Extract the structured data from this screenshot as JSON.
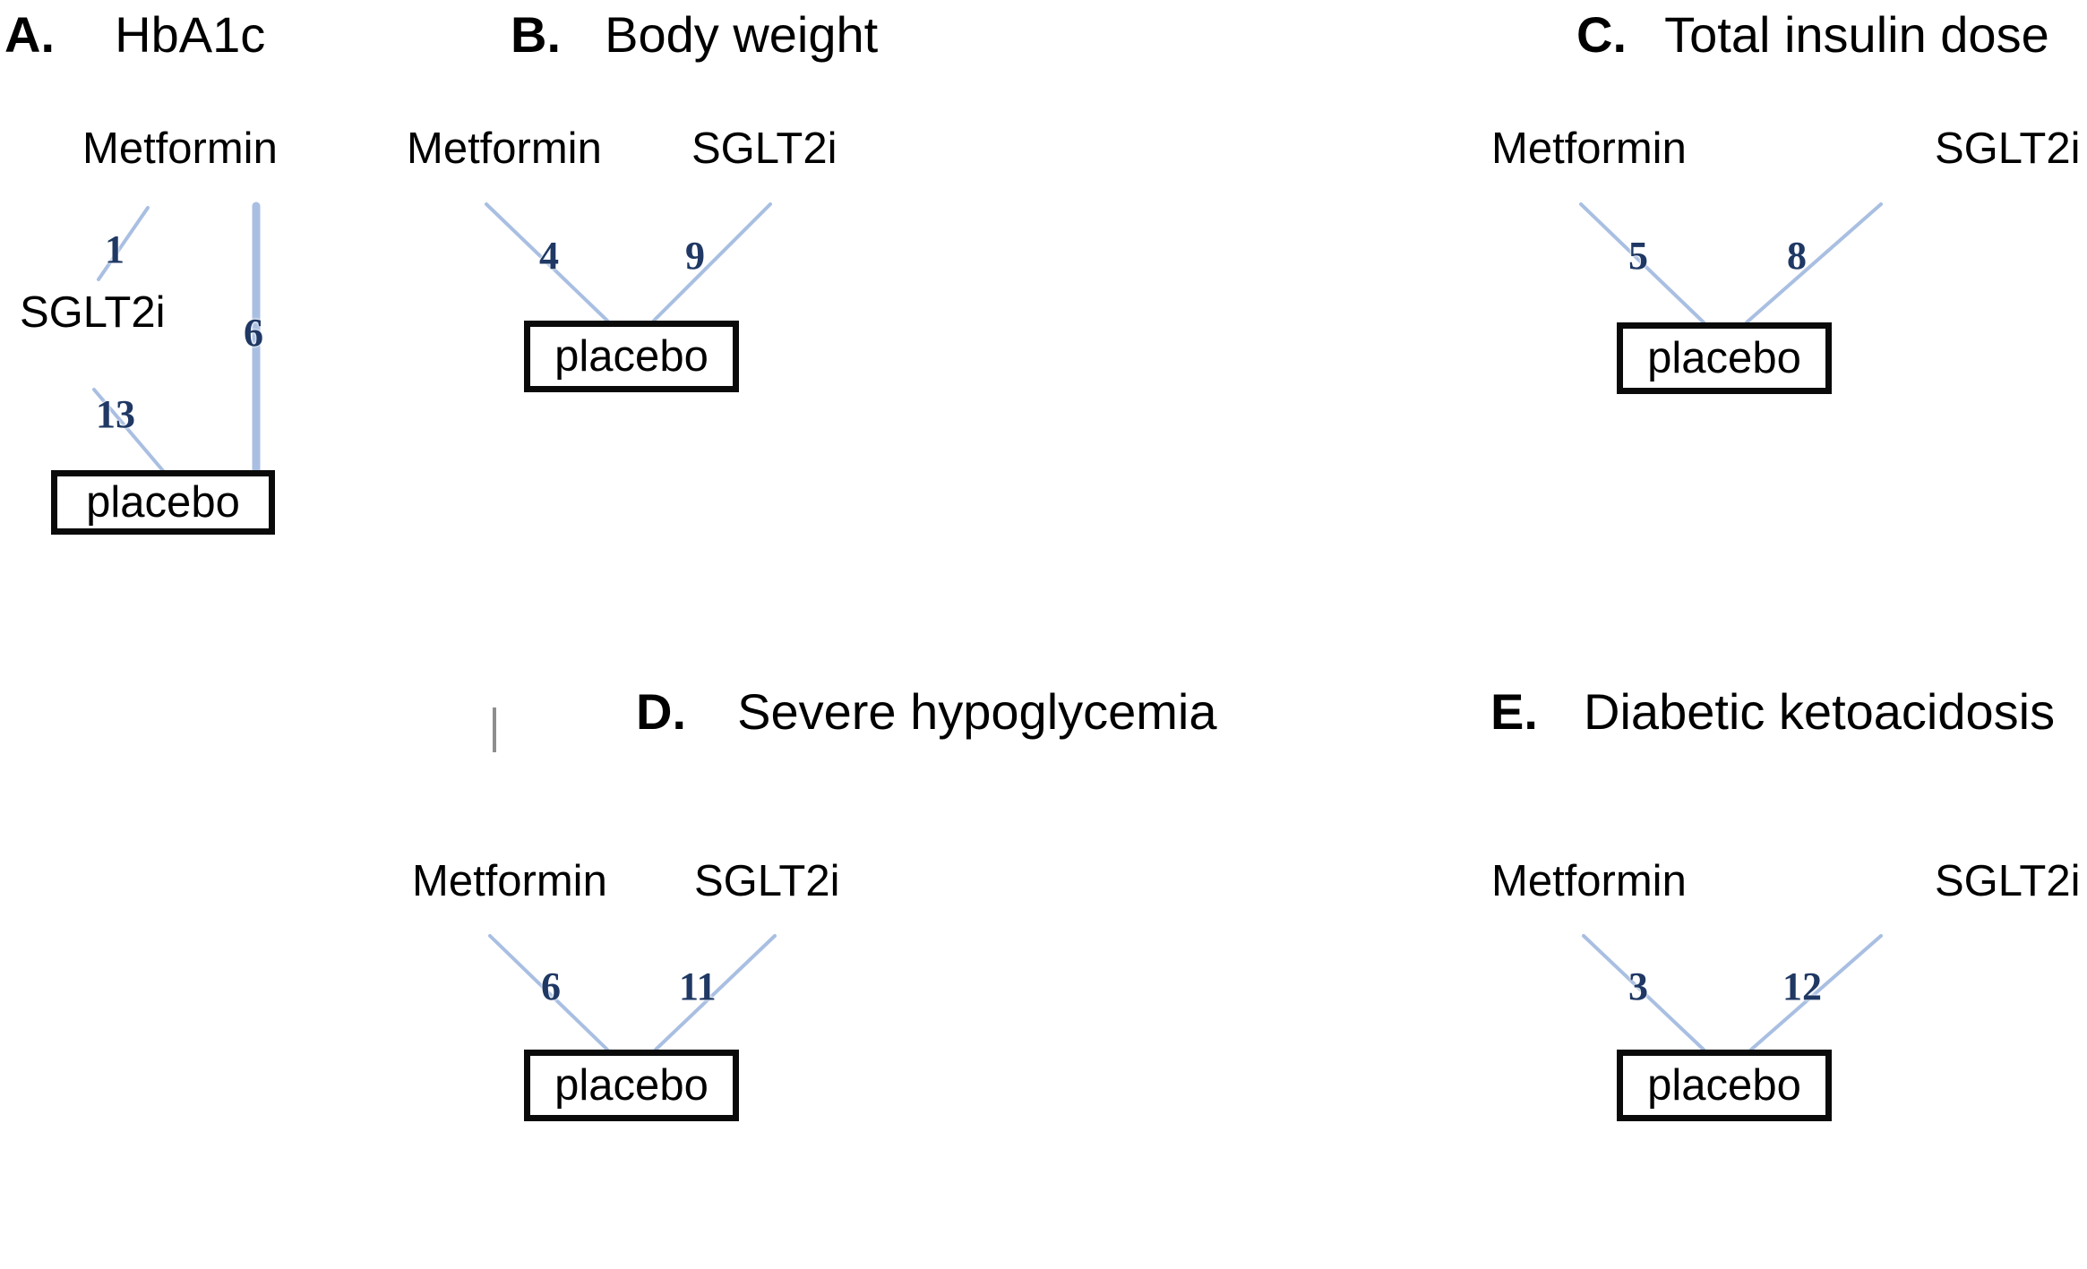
{
  "figure": {
    "line_color": "#a9bfe2",
    "number_color": "#1f3864",
    "box_border_color": "#0a0a0a",
    "background": "#ffffff"
  },
  "panels": [
    {
      "id": "a",
      "letter": "A.",
      "title": "HbA1c",
      "nodes": {
        "metformin": "Metformin",
        "sglt2i": "SGLT2i",
        "placebo": "placebo"
      },
      "edges": [
        {
          "id": "a-met-sglt",
          "from": "Metformin",
          "to": "SGLT2i",
          "label": "1"
        },
        {
          "id": "a-met-placebo",
          "from": "Metformin",
          "to": "placebo",
          "label": "6"
        },
        {
          "id": "a-sglt-placebo",
          "from": "SGLT2i",
          "to": "placebo",
          "label": "13"
        }
      ]
    },
    {
      "id": "b",
      "letter": "B.",
      "title": "Body weight",
      "nodes": {
        "metformin": "Metformin",
        "sglt2i": "SGLT2i",
        "placebo": "placebo"
      },
      "edges": [
        {
          "id": "b-met-placebo",
          "from": "Metformin",
          "to": "placebo",
          "label": "4"
        },
        {
          "id": "b-sglt-placebo",
          "from": "SGLT2i",
          "to": "placebo",
          "label": "9"
        }
      ]
    },
    {
      "id": "c",
      "letter": "C.",
      "title": "Total insulin dose",
      "nodes": {
        "metformin": "Metformin",
        "sglt2i": "SGLT2i",
        "placebo": "placebo"
      },
      "edges": [
        {
          "id": "c-met-placebo",
          "from": "Metformin",
          "to": "placebo",
          "label": "5"
        },
        {
          "id": "c-sglt-placebo",
          "from": "SGLT2i",
          "to": "placebo",
          "label": "8"
        }
      ]
    },
    {
      "id": "d",
      "letter": "D.",
      "title": "Severe hypoglycemia",
      "nodes": {
        "metformin": "Metformin",
        "sglt2i": "SGLT2i",
        "placebo": "placebo"
      },
      "edges": [
        {
          "id": "d-met-placebo",
          "from": "Metformin",
          "to": "placebo",
          "label": "6"
        },
        {
          "id": "d-sglt-placebo",
          "from": "SGLT2i",
          "to": "placebo",
          "label": "11"
        }
      ]
    },
    {
      "id": "e",
      "letter": "E.",
      "title": "Diabetic ketoacidosis",
      "nodes": {
        "metformin": "Metformin",
        "sglt2i": "SGLT2i",
        "placebo": "placebo"
      },
      "edges": [
        {
          "id": "e-met-placebo",
          "from": "Metformin",
          "to": "placebo",
          "label": "3"
        },
        {
          "id": "e-sglt-placebo",
          "from": "SGLT2i",
          "to": "placebo",
          "label": "12"
        }
      ]
    }
  ]
}
